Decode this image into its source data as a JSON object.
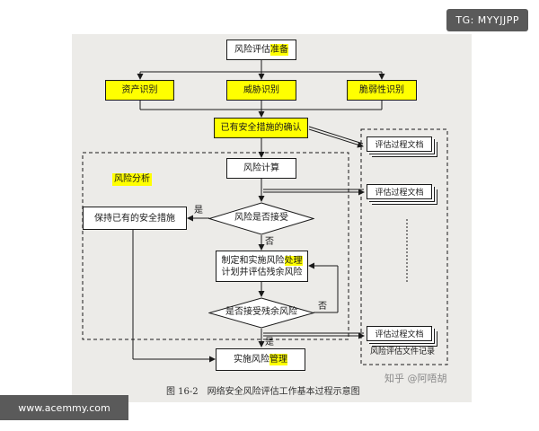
{
  "badge": "TG: MYYJJPP",
  "watermark_site": "www.acemmy.com",
  "watermark_zhihu": "知乎 @阿唔胡",
  "caption": "图 16-2　网络安全风险评估工作基本过程示意图",
  "nodes": {
    "prep_a": "风险评估",
    "prep_b": "准备",
    "asset": "资产识别",
    "threat": "威胁识别",
    "vuln": "脆弱性识别",
    "confirm": "已有安全措施的确认",
    "calc": "风险计算",
    "accept": "风险是否接受",
    "keep": "保持已有的安全措施",
    "plan_a": "制定和实施风险",
    "plan_b": "处理",
    "plan_c": "计划并评估残余风险",
    "residual": "是否接受残余风险",
    "impl_a": "实施风险",
    "impl_b": "管理"
  },
  "labels": {
    "analysis": "风险分析",
    "yes1": "是",
    "no1": "否",
    "no2": "否",
    "yes2": "是",
    "records": "风险评估文件记录"
  },
  "docs": [
    "评估过程文档",
    "评估过程文档",
    "评估过程文档"
  ],
  "colors": {
    "highlight": "#ffff00",
    "line": "#1a1a1a",
    "paper": "#ecebe8"
  }
}
